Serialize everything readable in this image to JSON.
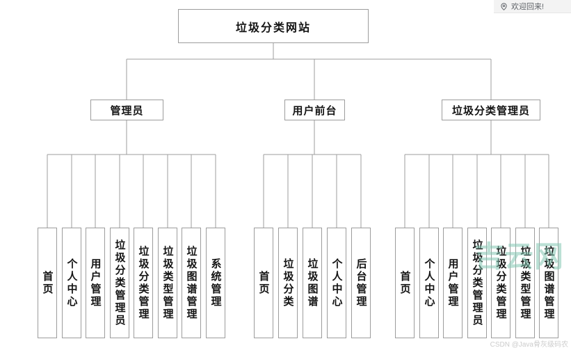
{
  "header": {
    "welcome_text": "欢迎回来!",
    "icon": "location-pin-icon"
  },
  "tree": {
    "root": {
      "label": "垃圾分类网站"
    },
    "branches": [
      {
        "label": "管理员",
        "children": [
          "首页",
          "个人中心",
          "用户管理",
          "垃圾分类管理员",
          "垃圾分类管理",
          "垃圾类型管理",
          "垃圾图谱管理",
          "系统管理"
        ]
      },
      {
        "label": "用户前台",
        "children": [
          "首页",
          "垃圾分类",
          "垃圾图谱",
          "个人中心",
          "后台管理"
        ]
      },
      {
        "label": "垃圾分类管理员",
        "children": [
          "首页",
          "个人中心",
          "用户管理",
          "垃圾分类管理员",
          "垃圾分类管理",
          "垃圾类型管理",
          "垃圾图谱管理"
        ]
      }
    ]
  },
  "watermarks": {
    "center": "吉云网",
    "bottom": "CSDN @Java骨灰级码农"
  },
  "colors": {
    "line": "#9c9c9c",
    "box_border": "#9c9c9c",
    "text": "#141414",
    "watermark_teal": "#84c6b2",
    "header_bg": "#f3f3f3",
    "header_text": "#5f6368"
  }
}
